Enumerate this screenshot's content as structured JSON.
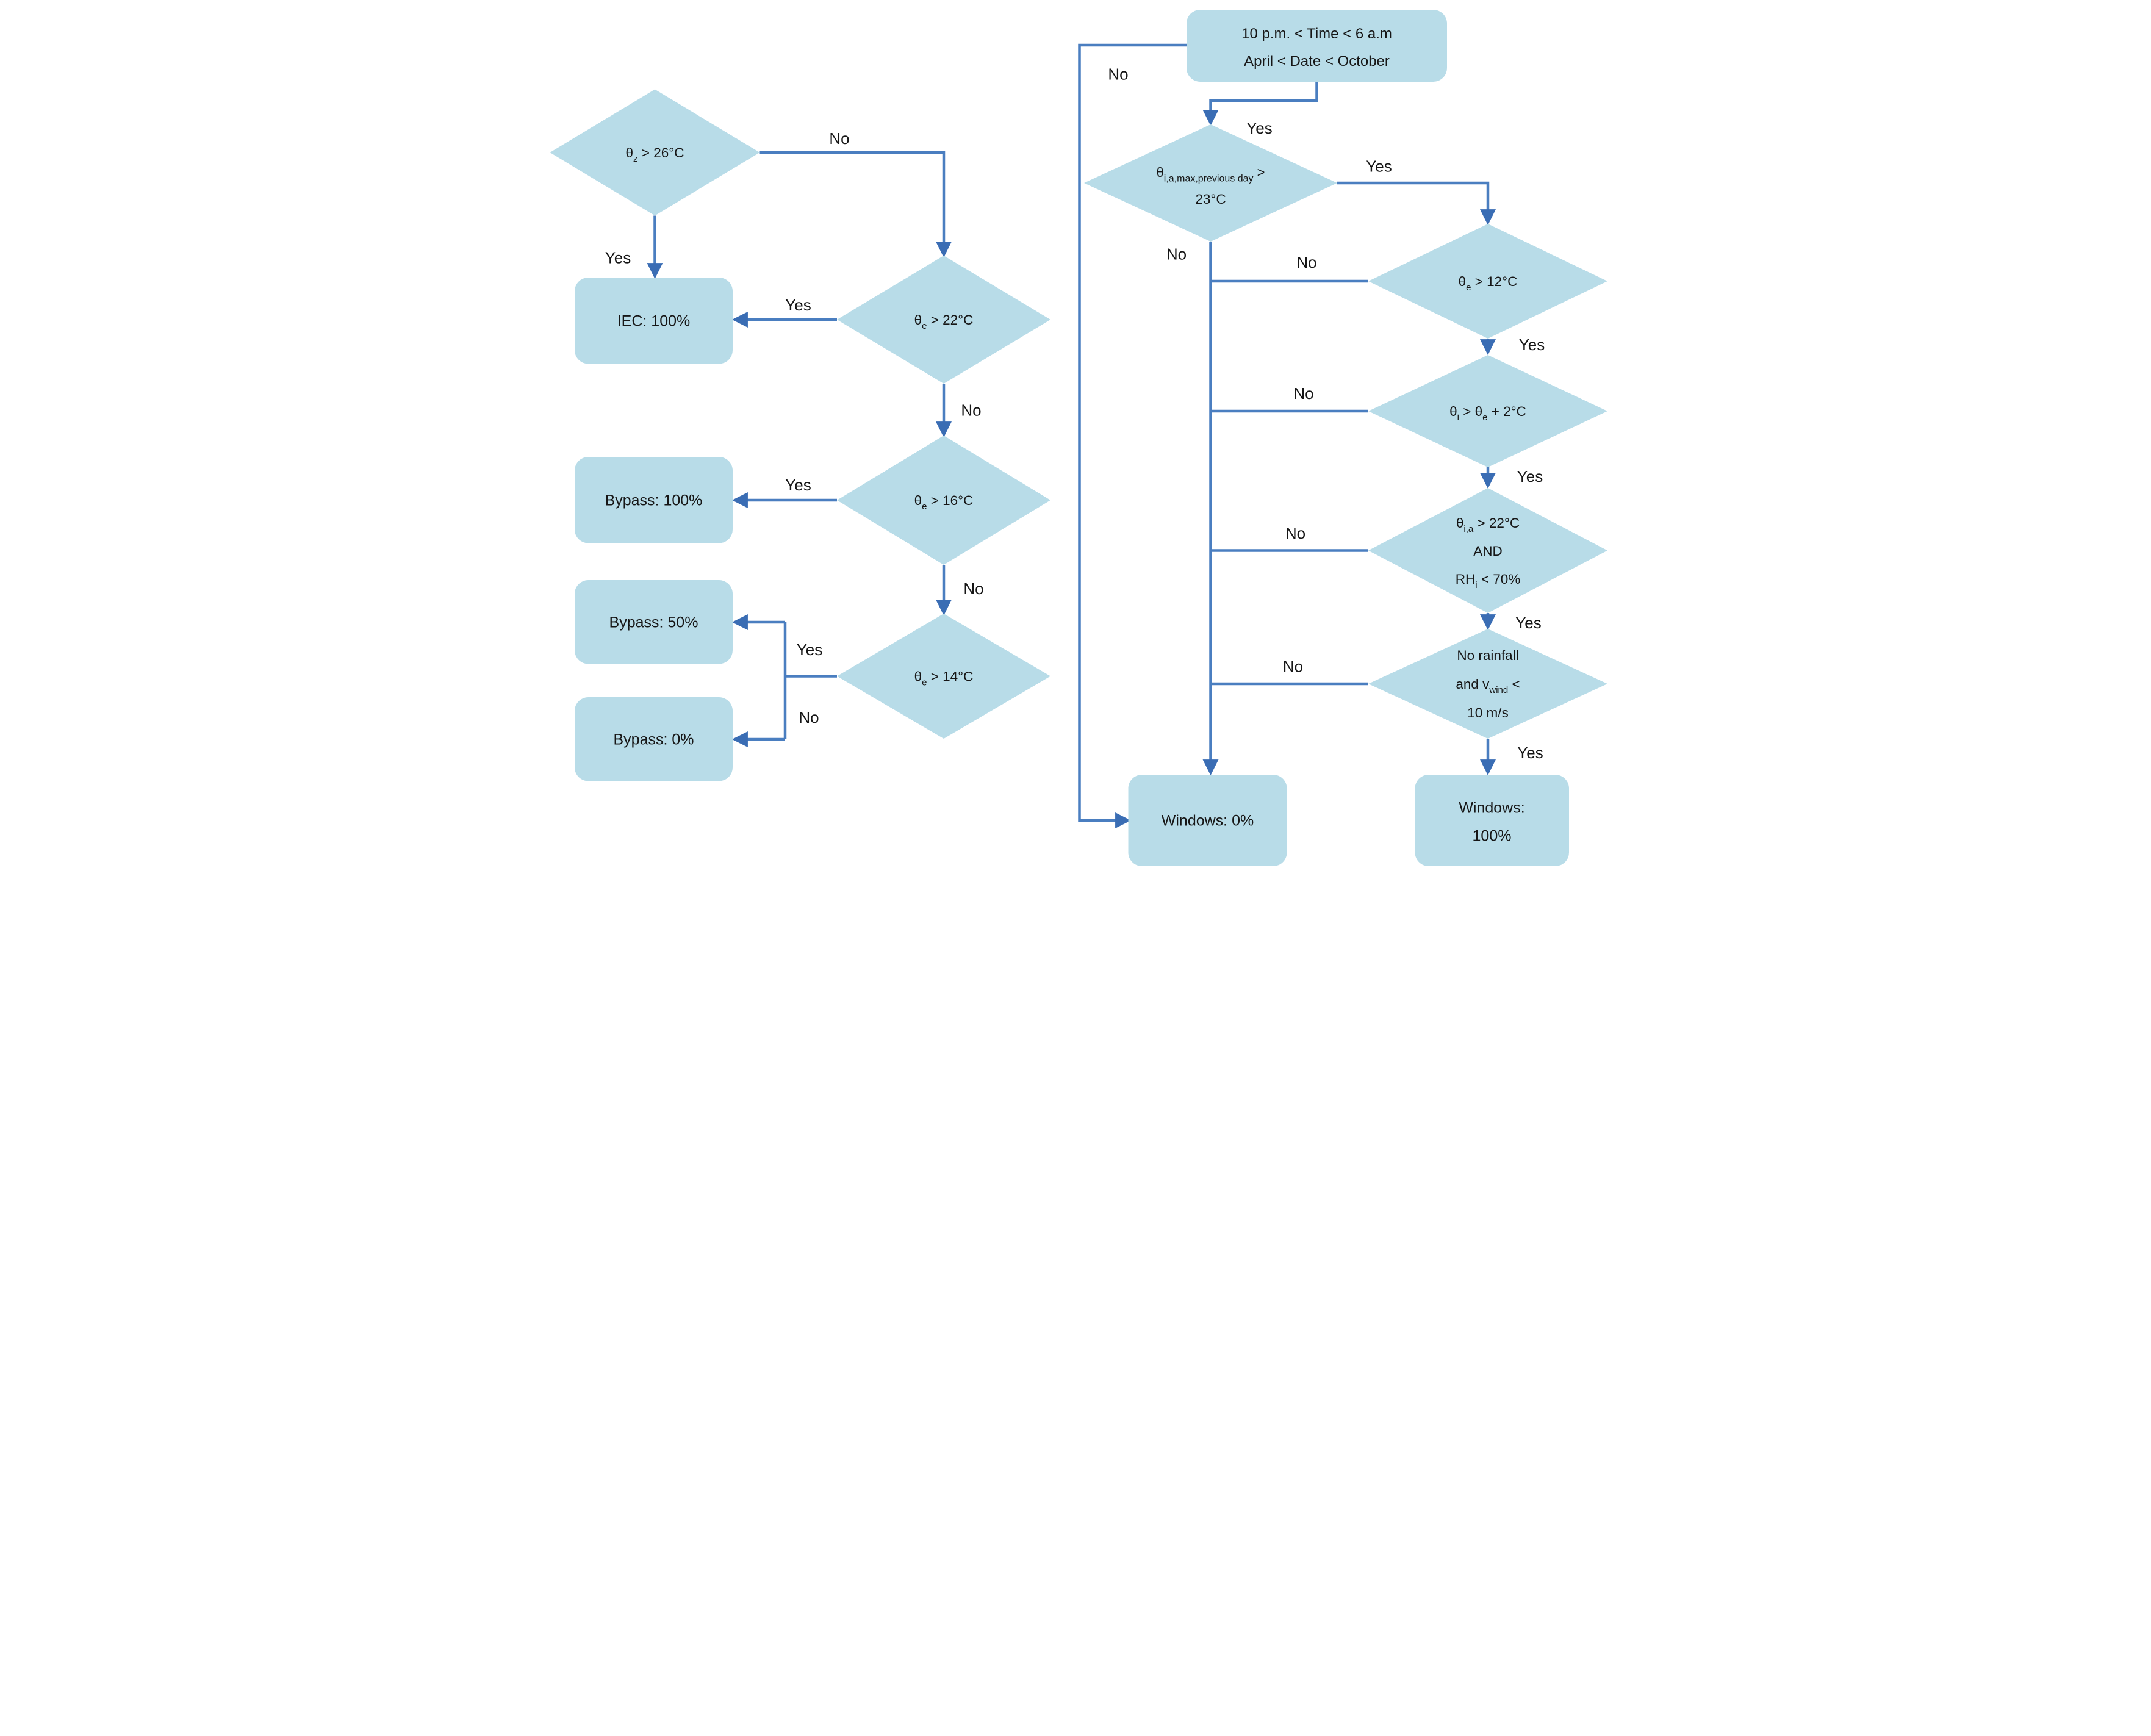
{
  "colors": {
    "node_fill": "#b8dce8",
    "line": "#4a7ec0",
    "arrowhead": "#3a6db4",
    "text": "#161616"
  },
  "nodes": {
    "start": {
      "line1": "10 p.m. < Time < 6 a.m",
      "line2": "April < Date < October"
    },
    "theta_z": {
      "p1": "θ",
      "s1": "z",
      "p2": " > 26°C"
    },
    "theta_e_22": {
      "p1": "θ",
      "s1": "e",
      "p2": " > 22°C"
    },
    "theta_e_16": {
      "p1": "θ",
      "s1": "e",
      "p2": " > 16°C"
    },
    "theta_e_14": {
      "p1": "θ",
      "s1": "e",
      "p2": " > 14°C"
    },
    "theta_prev_day": {
      "p1": "θ",
      "s1": "i,a,max,previous day",
      "p2": " >",
      "line2": "23°C"
    },
    "theta_e_12": {
      "p1": "θ",
      "s1": "e",
      "p2": " > 12°C"
    },
    "theta_i_e2": {
      "p1": "θ",
      "s1": "i",
      "p2": " > θ",
      "s2": "e",
      "p3": " + 2°C"
    },
    "theta_ia_rh": {
      "l1p1": "θ",
      "l1s1": "i,a",
      "l1p2": " > 22°C",
      "line2": "AND",
      "l3p1": "RH",
      "l3s1": "i",
      "l3p2": " < 70%"
    },
    "rainfall_wind": {
      "line1": "No rainfall",
      "l2p1": "and v",
      "l2s1": "wind",
      "l2p2": " <",
      "line3": "10 m/s"
    },
    "iec": "IEC: 100%",
    "bypass_100": "Bypass: 100%",
    "bypass_50": "Bypass: 50%",
    "bypass_0": "Bypass: 0%",
    "windows_0": "Windows: 0%",
    "windows_100_line1": "Windows:",
    "windows_100_line2": "100%"
  },
  "edge_labels": {
    "d1_no": "No",
    "d1_yes": "Yes",
    "d2_yes": "Yes",
    "d2_no": "No",
    "d3_yes": "Yes",
    "d3_no": "No",
    "d4_yes": "Yes",
    "d4_no": "No",
    "start_no": "No",
    "start_yes": "Yes",
    "d5_yes": "Yes",
    "d5_no": "No",
    "d6_no": "No",
    "d6_yes": "Yes",
    "d7_no": "No",
    "d7_yes": "Yes",
    "d8_no": "No",
    "d8_yes": "Yes",
    "d9_no": "No",
    "d9_yes": "Yes"
  }
}
